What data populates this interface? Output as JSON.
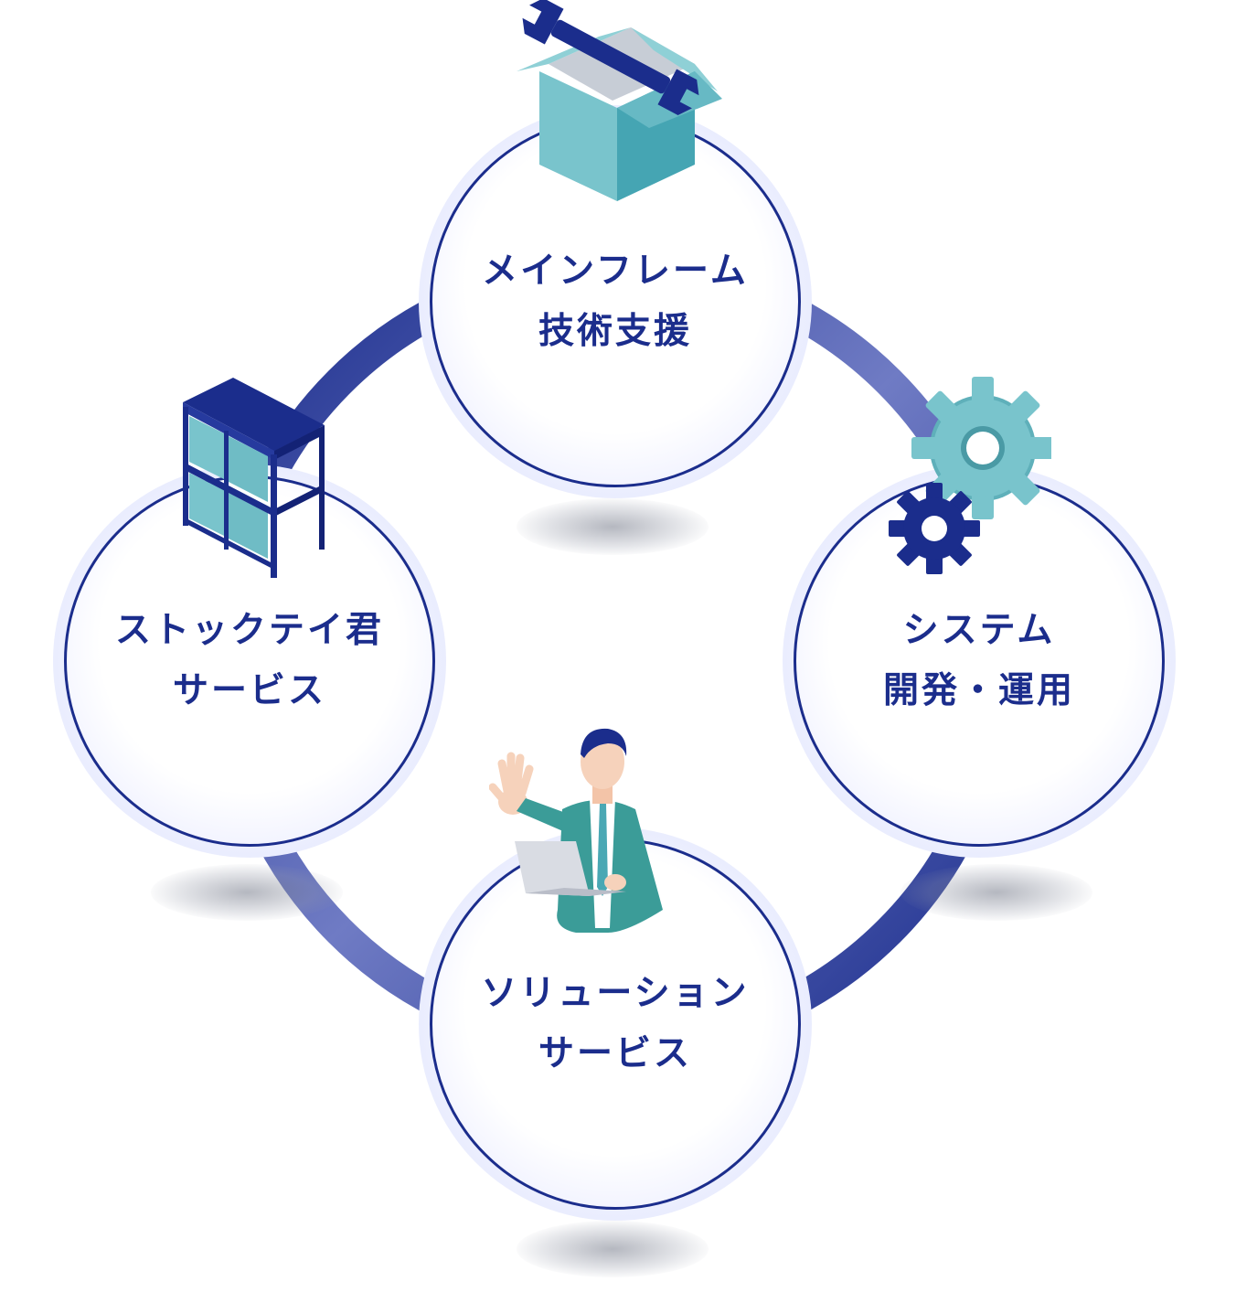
{
  "nodes": [
    {
      "id": "mainframe",
      "line1": "メインフレーム",
      "line2": "技術支援",
      "icon": "toolbox-wrench-icon"
    },
    {
      "id": "system",
      "line1": "システム",
      "line2": "開発・運用",
      "icon": "gears-icon"
    },
    {
      "id": "stocktei",
      "line1": "ストックテイ君",
      "line2": "サービス",
      "icon": "shelf-icon"
    },
    {
      "id": "solution",
      "line1": "ソリューション",
      "line2": "サービス",
      "icon": "businessman-laptop-icon"
    }
  ],
  "colors": {
    "primary": "#1b2d8c",
    "teal": "#4aa8b4",
    "teal_light": "#79c4cc",
    "suit": "#3b9c98",
    "halo": "#dfe4fb"
  }
}
